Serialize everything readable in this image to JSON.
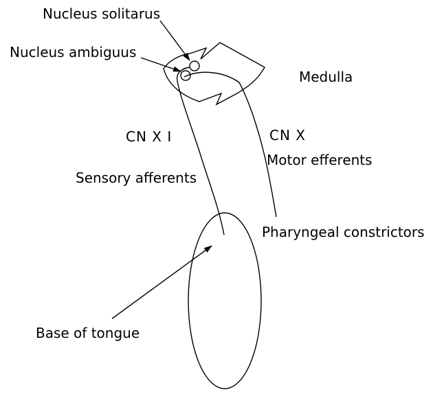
{
  "labels": {
    "nucleus_solitarus": "Nucleus solitarus",
    "nucleus_ambiguus": "Nucleus ambiguus",
    "medulla": "Medulla",
    "cn_xi": "CN X I",
    "cn_x": "CN X",
    "sensory_afferents": "Sensory afferents",
    "motor_efferents": "Motor efferents",
    "pharyngeal_constrictors": "Pharyngeal constrictors",
    "base_of_tongue": "Base of tongue"
  },
  "colors": {
    "line": "#000000",
    "background": "#ffffff"
  }
}
